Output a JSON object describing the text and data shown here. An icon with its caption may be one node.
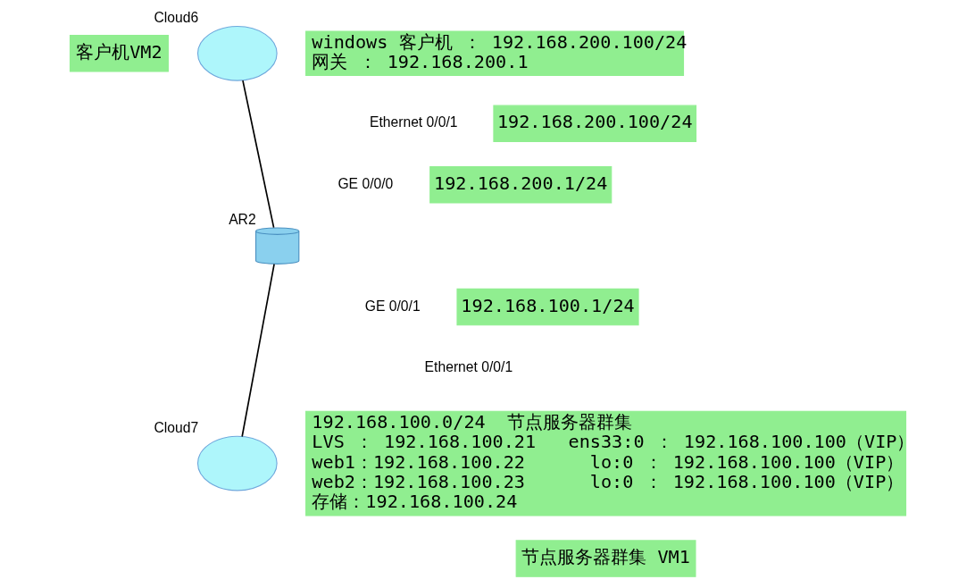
{
  "diagram": {
    "nodes": [
      {
        "text": [
          "客户机VM2"
        ]
      },
      {
        "text": [],
        "shape": "cloud",
        "beside": [
          "Cloud6"
        ]
      },
      {
        "text": [
          "windows 客户机 ： 192.168.200.100/24",
          "网关 ： 192.168.200.1"
        ]
      },
      {
        "text": [
          "192.168.200.100/24"
        ]
      },
      {
        "text": [
          "192.168.200.1/24"
        ]
      },
      {
        "text": [],
        "shape": "cylinder",
        "beside": [
          "AR2"
        ]
      },
      {
        "text": [
          "192.168.100.1/24"
        ]
      },
      {
        "text": [],
        "shape": "cloud",
        "beside": [
          "Cloud7"
        ]
      },
      {
        "text": [
          "192.168.100.0/24  节点服务器群集",
          "LVS ： 192.168.100.21   ens33:0 ： 192.168.100.100（VIP）",
          "web1：192.168.100.22      lo:0 ： 192.168.100.100（VIP）",
          "web2：192.168.100.23      lo:0 ： 192.168.100.100（VIP）",
          "存储：192.168.100.24"
        ]
      },
      {
        "text": [
          "节点服务器群集 VM1"
        ]
      }
    ],
    "edges": [
      {
        "from": 1,
        "to": 5,
        "arrow": "none"
      },
      {
        "from": 5,
        "to": 7,
        "arrow": "none"
      }
    ],
    "labels": [
      "Ethernet 0/0/1",
      "GE 0/0/0",
      "GE 0/0/1",
      "Ethernet 0/0/1"
    ]
  }
}
